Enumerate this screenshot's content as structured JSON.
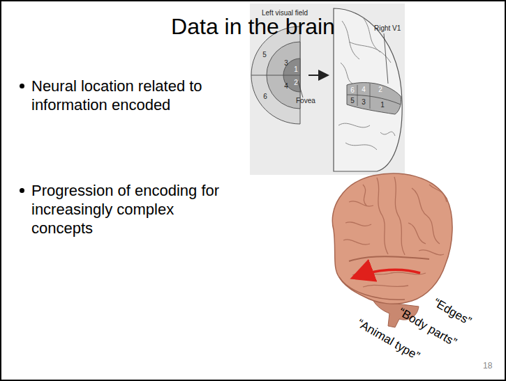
{
  "diagram": {
    "title": "Data in the brain",
    "labels": [
      "Neural location related to information encoded",
      "Progression of encoding for increasingly complex concepts",
      "Left visual field",
      "Fovea",
      "Right V1",
      "5",
      "3",
      "1",
      "2",
      "4",
      "6",
      "6",
      "4",
      "2",
      "5",
      "3",
      "1",
      "“Edges”",
      "“Body parts”",
      "“Animal type”",
      "18"
    ]
  }
}
